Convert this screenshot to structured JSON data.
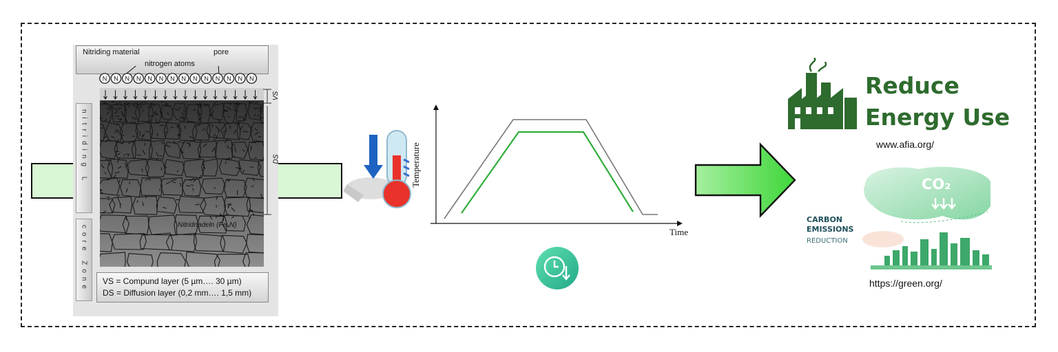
{
  "nitriding": {
    "material_label": "Nitriding material",
    "atoms_label": "nitrogen atoms",
    "pore_label": "pore",
    "atom_symbol": "N",
    "layer_vs": "VS",
    "layer_ds": "DS",
    "side_nitriding": "nitriding L",
    "side_core": "core Zone",
    "needle_label": "Nitridnadeln (Fe₄N)",
    "legend_line1": "VS = Compund layer (5 µm…. 30 µm)",
    "legend_line2": "DS = Diffusion layer (0,2 mm…. 1,5 mm)"
  },
  "process": {
    "thermometer_icon": "thermometer-down-icon",
    "clock_icon": "clock-down-icon"
  },
  "chart": {
    "ylabel": "Temperature",
    "xlabel": "Time"
  },
  "outcome": {
    "reduce_line1": "Reduce",
    "reduce_line2": "Energy Use",
    "url1": "www.afia.org/",
    "co2_text": "CO₂",
    "carbon_line1": "CARBON",
    "carbon_line2": "EMISSIONS",
    "carbon_line3": "REDUCTION",
    "url2": "https://green.org/"
  },
  "colors": {
    "band_fill": "#d9f7d4",
    "arrow_green": "#3fd63a",
    "profile_green": "#2fae3a",
    "reduce_green": "#2e6b2e",
    "teal": "#3cc6a0"
  }
}
